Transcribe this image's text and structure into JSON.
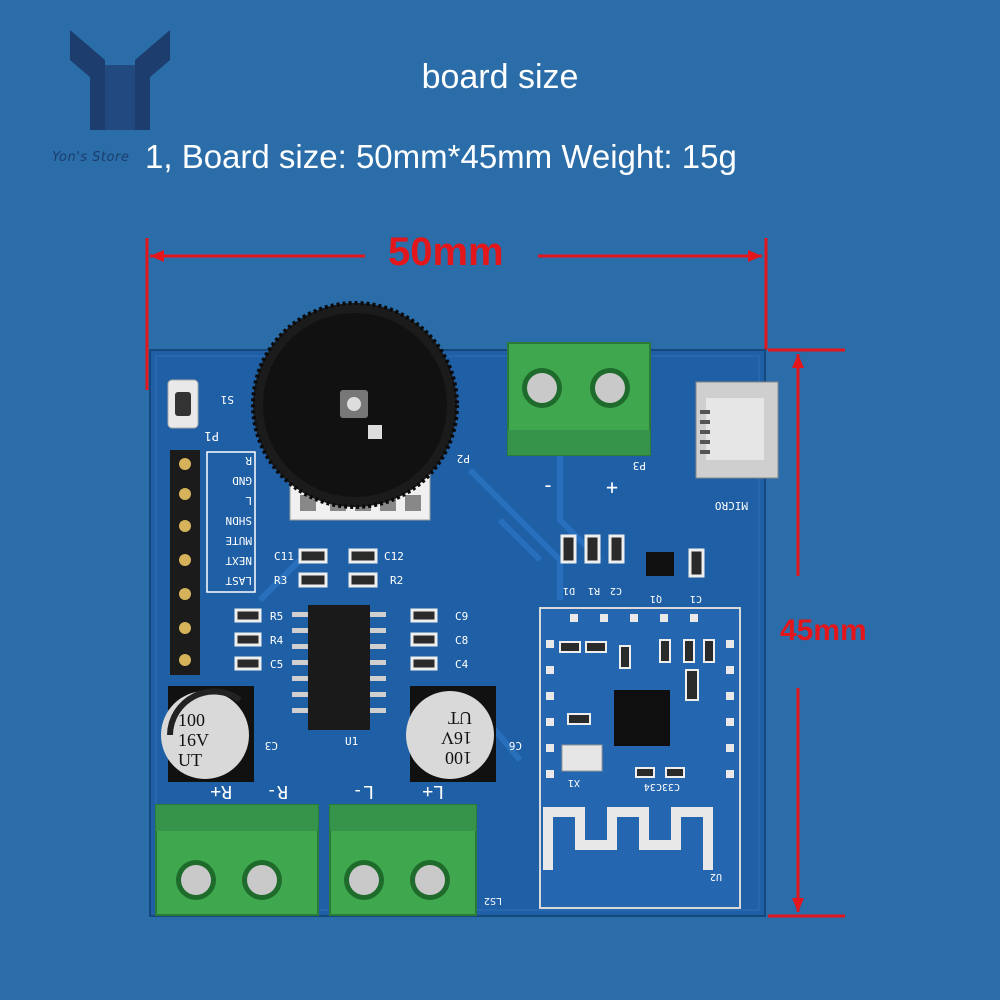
{
  "header": {
    "title": "board size",
    "subtitle": "1, Board size: 50mm*45mm Weight: 15g"
  },
  "logo": {
    "text": "Yon's Store"
  },
  "dimensions": {
    "width_label": "50mm",
    "height_label": "45mm",
    "line_color": "#e3171b"
  },
  "board": {
    "color": "#1f5fa6",
    "silkscreen": {
      "s1": "S1",
      "p1": "P1",
      "p2": "P2",
      "p3": "P3",
      "pins": [
        "R",
        "GND",
        "L",
        "SHDN",
        "MUTE",
        "NEXT",
        "LAST"
      ],
      "c11": "C11",
      "c12": "C12",
      "r3": "R3",
      "r2": "R2",
      "r5": "R5",
      "r4": "R4",
      "c5": "C5",
      "c9": "C9",
      "c8": "C8",
      "c4": "C4",
      "c3": "C3",
      "c6": "C6",
      "u1": "U1",
      "u2": "U2",
      "x1": "X1",
      "d1": "D1",
      "r1": "R1",
      "c2": "C2",
      "q1": "Q1",
      "c1": "C1",
      "micro": "MICRO",
      "ls2": "LS2",
      "minus": "-",
      "plus": "+",
      "rplus": "R+",
      "rminus": "R-",
      "lminus": "L-",
      "lplus": "L+",
      "c33c34": "C33C34"
    },
    "cap_left": [
      "100",
      "16V",
      "UT"
    ],
    "cap_right": [
      "100",
      "16V",
      "UT"
    ]
  }
}
